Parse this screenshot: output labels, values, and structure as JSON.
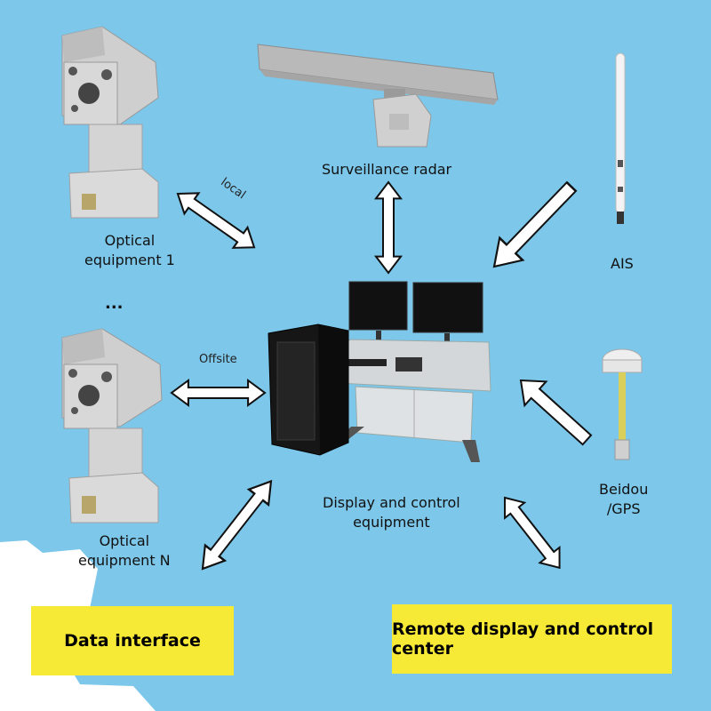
{
  "diagram": {
    "nodes": {
      "radar": {
        "label": "Surveillance radar"
      },
      "ais": {
        "label": "AIS"
      },
      "optical1": {
        "label_line1": "Optical",
        "label_line2": "equipment 1"
      },
      "ellipsis": {
        "label": "..."
      },
      "opticalN": {
        "label_line1": "Optical",
        "label_line2": "equipment N"
      },
      "beidou": {
        "label_line1": "Beidou",
        "label_line2": "/GPS"
      },
      "display": {
        "label_line1": "Display and control",
        "label_line2": "equipment"
      }
    },
    "edge_labels": {
      "local": "local",
      "offsite": "Offsite"
    },
    "boxes": {
      "data_interface": "Data interface",
      "remote_center": "Remote display and control center"
    },
    "colors": {
      "background": "#7cc7ea",
      "box_fill": "#f7ea36",
      "arrow_fill": "#ffffff",
      "arrow_stroke": "#111111"
    }
  }
}
